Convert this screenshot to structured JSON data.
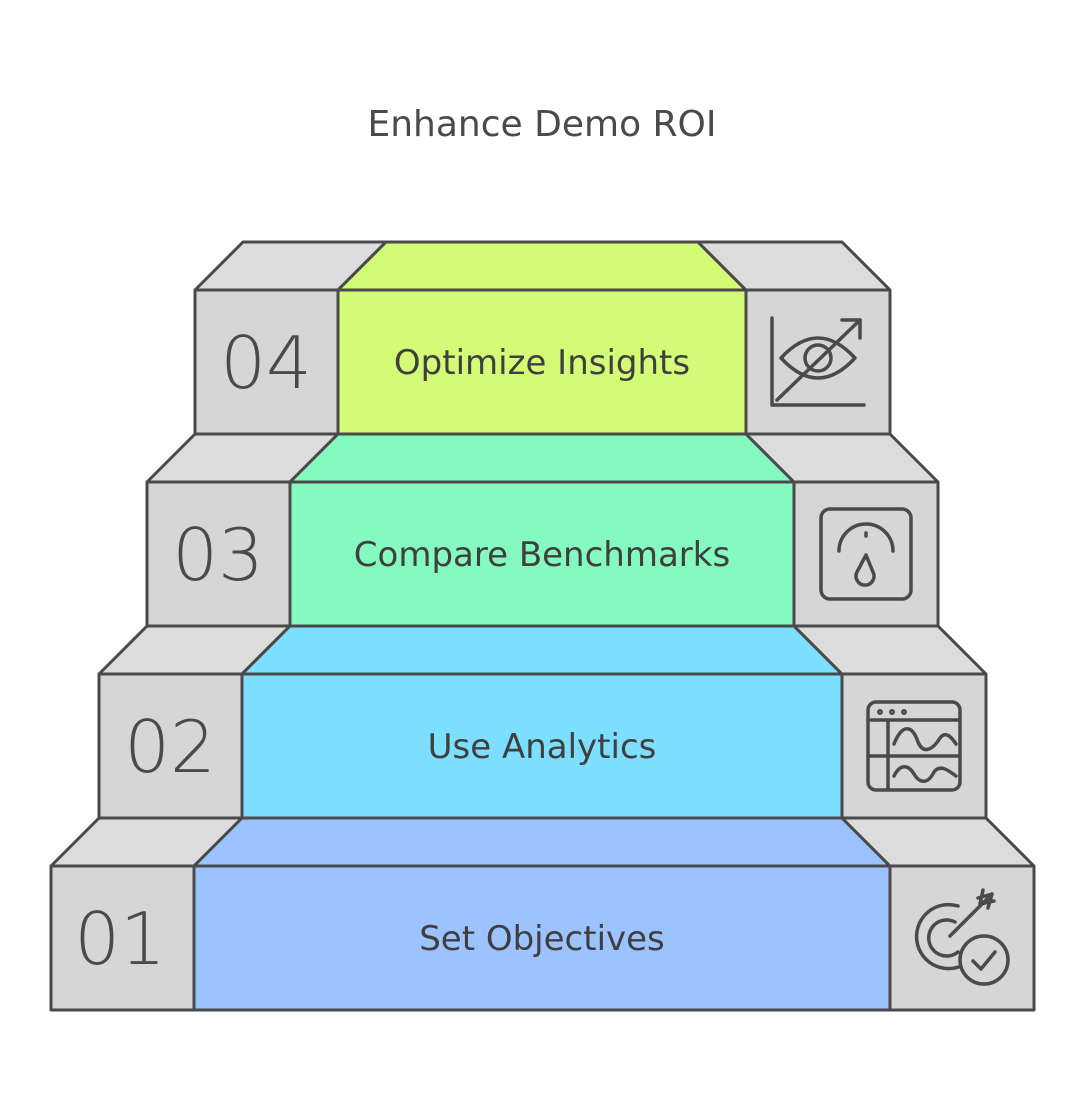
{
  "title": "Enhance Demo ROI",
  "colors": {
    "outline": "#4a4a4a",
    "side_face": "#d6d6d6",
    "side_top": "#dcdcdc"
  },
  "steps": [
    {
      "number": "01",
      "label": "Set Objectives",
      "color_front": "#9cc2ff",
      "color_top": "#9cc2ff",
      "icon": "target-check-icon"
    },
    {
      "number": "02",
      "label": "Use Analytics",
      "color_front": "#7cdfff",
      "color_top": "#7cdfff",
      "icon": "analytics-window-icon"
    },
    {
      "number": "03",
      "label": "Compare Benchmarks",
      "color_front": "#84f9c0",
      "color_top": "#84f9c0",
      "icon": "gauge-icon"
    },
    {
      "number": "04",
      "label": "Optimize Insights",
      "color_front": "#d3fb76",
      "color_top": "#d3fb76",
      "icon": "eye-growth-icon"
    }
  ]
}
